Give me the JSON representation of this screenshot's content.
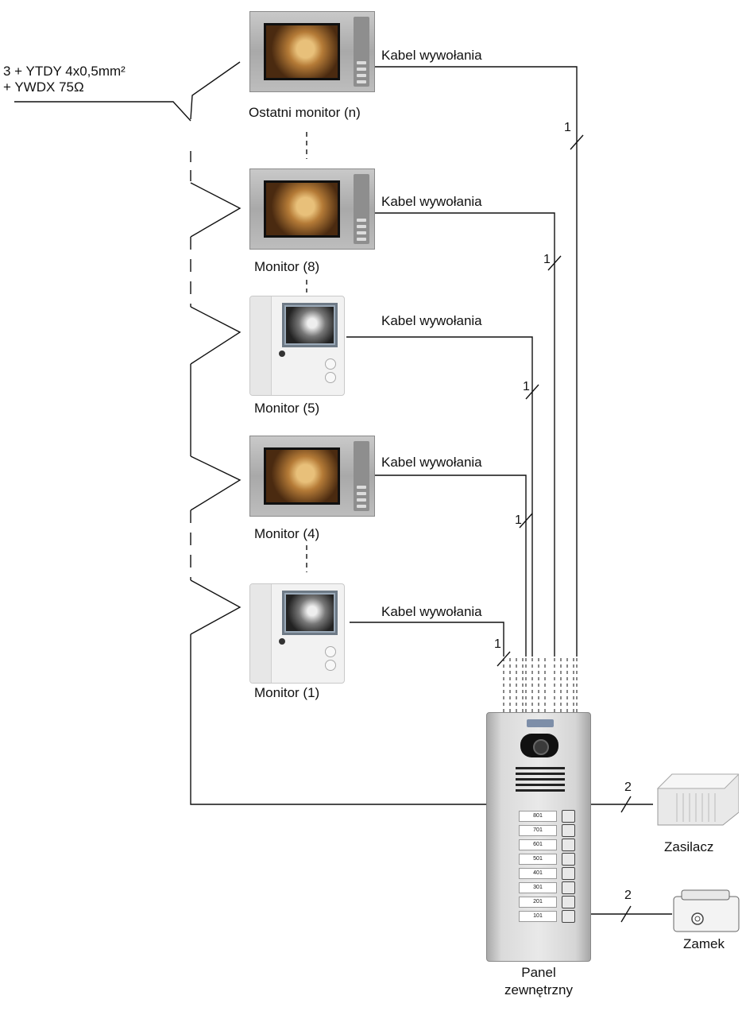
{
  "cable_spec": {
    "line1": "3 + YTDY 4x0,5mm²",
    "line2": "+ YWDX 75Ω"
  },
  "monitors": [
    {
      "name": "Ostatni monitor (n)",
      "cable_label": "Kabel wywołania",
      "cable_count": "1",
      "style": "grey"
    },
    {
      "name": "Monitor (8)",
      "cable_label": "Kabel wywołania",
      "cable_count": "1",
      "style": "grey"
    },
    {
      "name": "Monitor (5)",
      "cable_label": "Kabel wywołania",
      "cable_count": "1",
      "style": "white"
    },
    {
      "name": "Monitor (4)",
      "cable_label": "Kabel wywołania",
      "cable_count": "1",
      "style": "grey"
    },
    {
      "name": "Monitor (1)",
      "cable_label": "Kabel wywołania",
      "cable_count": "1",
      "style": "white"
    }
  ],
  "panel": {
    "label_line1": "Panel",
    "label_line2": "zewnętrzny",
    "buttons": [
      "801",
      "701",
      "601",
      "501",
      "401",
      "301",
      "201",
      "101"
    ]
  },
  "power_supply": {
    "label": "Zasilacz",
    "cable_count": "2"
  },
  "lock": {
    "label": "Zamek",
    "cable_count": "2"
  }
}
